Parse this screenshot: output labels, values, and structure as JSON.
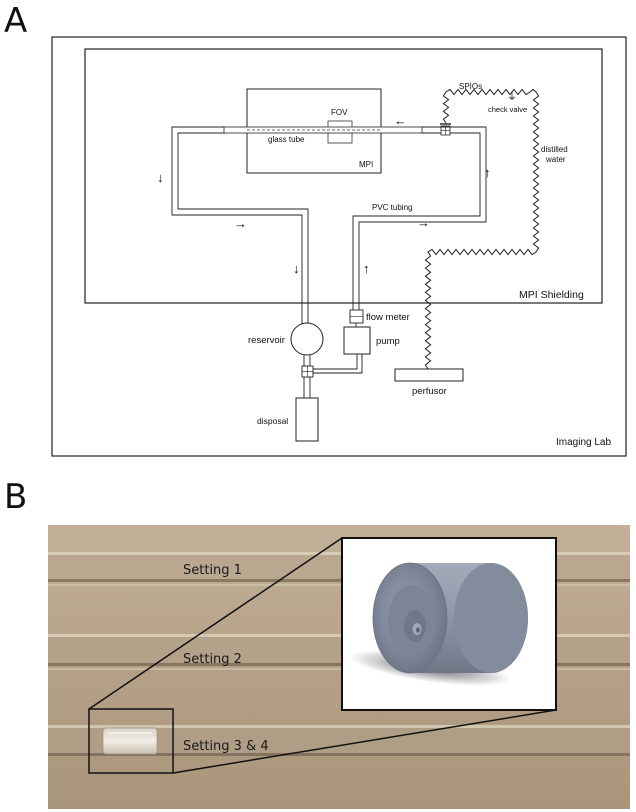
{
  "panel_a": {
    "letter": "A",
    "labels": {
      "fov": "FOV",
      "glass_tube": "glass tube",
      "mpi": "MPI",
      "spios": "SPIOs",
      "check_valve": "check valve",
      "distilled_water": [
        "distilled",
        "water"
      ],
      "pvc_tubing": "PVC tubing",
      "mpi_shielding": "MPI Shielding",
      "flow_meter": "flow meter",
      "reservoir": "reservoir",
      "pump": "pump",
      "perfusor": "perfusor",
      "disposal": "disposal",
      "imaging_lab": "Imaging Lab"
    },
    "arrows": {
      "left": "←",
      "right": "→",
      "down": "↓",
      "up": "↑"
    }
  },
  "panel_b": {
    "letter": "B",
    "settings": [
      "Setting 1",
      "Setting 2",
      "Setting 3 & 4"
    ],
    "colors": {
      "photo_background": "#b8a48c",
      "groove_dark": "#8c7a63",
      "groove_light": "#d8cbb6",
      "inset_cylinder": "#8e97a8"
    }
  }
}
